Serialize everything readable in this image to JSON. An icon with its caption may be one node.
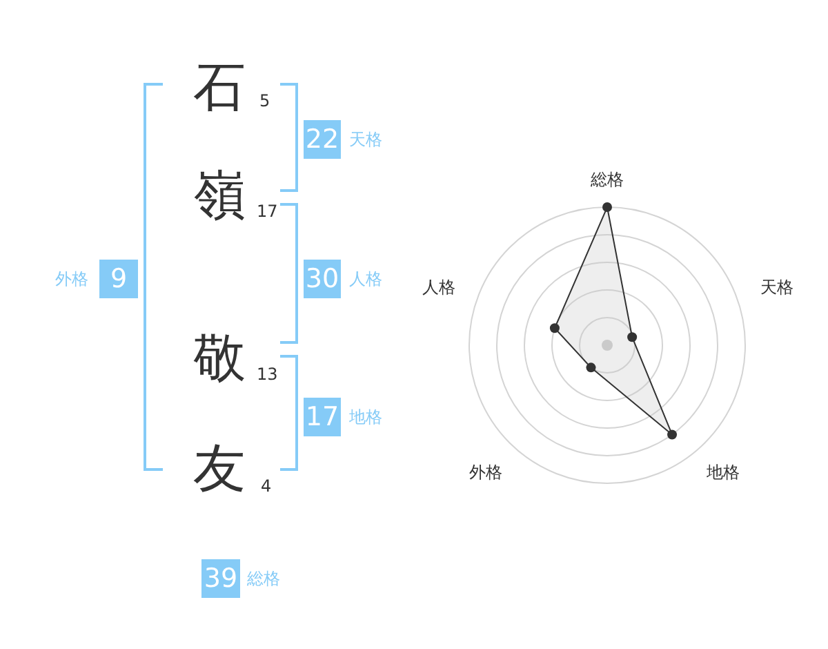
{
  "diagram": {
    "nodes": [
      {
        "text": [
          "22"
        ],
        "beside": [
          "天格"
        ]
      },
      {
        "text": [
          "9"
        ],
        "beside": [
          "外格"
        ]
      },
      {
        "text": [
          "30"
        ],
        "beside": [
          "人格"
        ]
      },
      {
        "text": [
          "17"
        ],
        "beside": [
          "地格"
        ]
      },
      {
        "text": [
          "39"
        ],
        "beside": [
          "総格"
        ]
      }
    ],
    "labels": [
      "石",
      "5",
      "嶺",
      "17",
      "敬",
      "13",
      "友",
      "4",
      "総格",
      "人格",
      "天格",
      "外格",
      "地格"
    ]
  }
}
